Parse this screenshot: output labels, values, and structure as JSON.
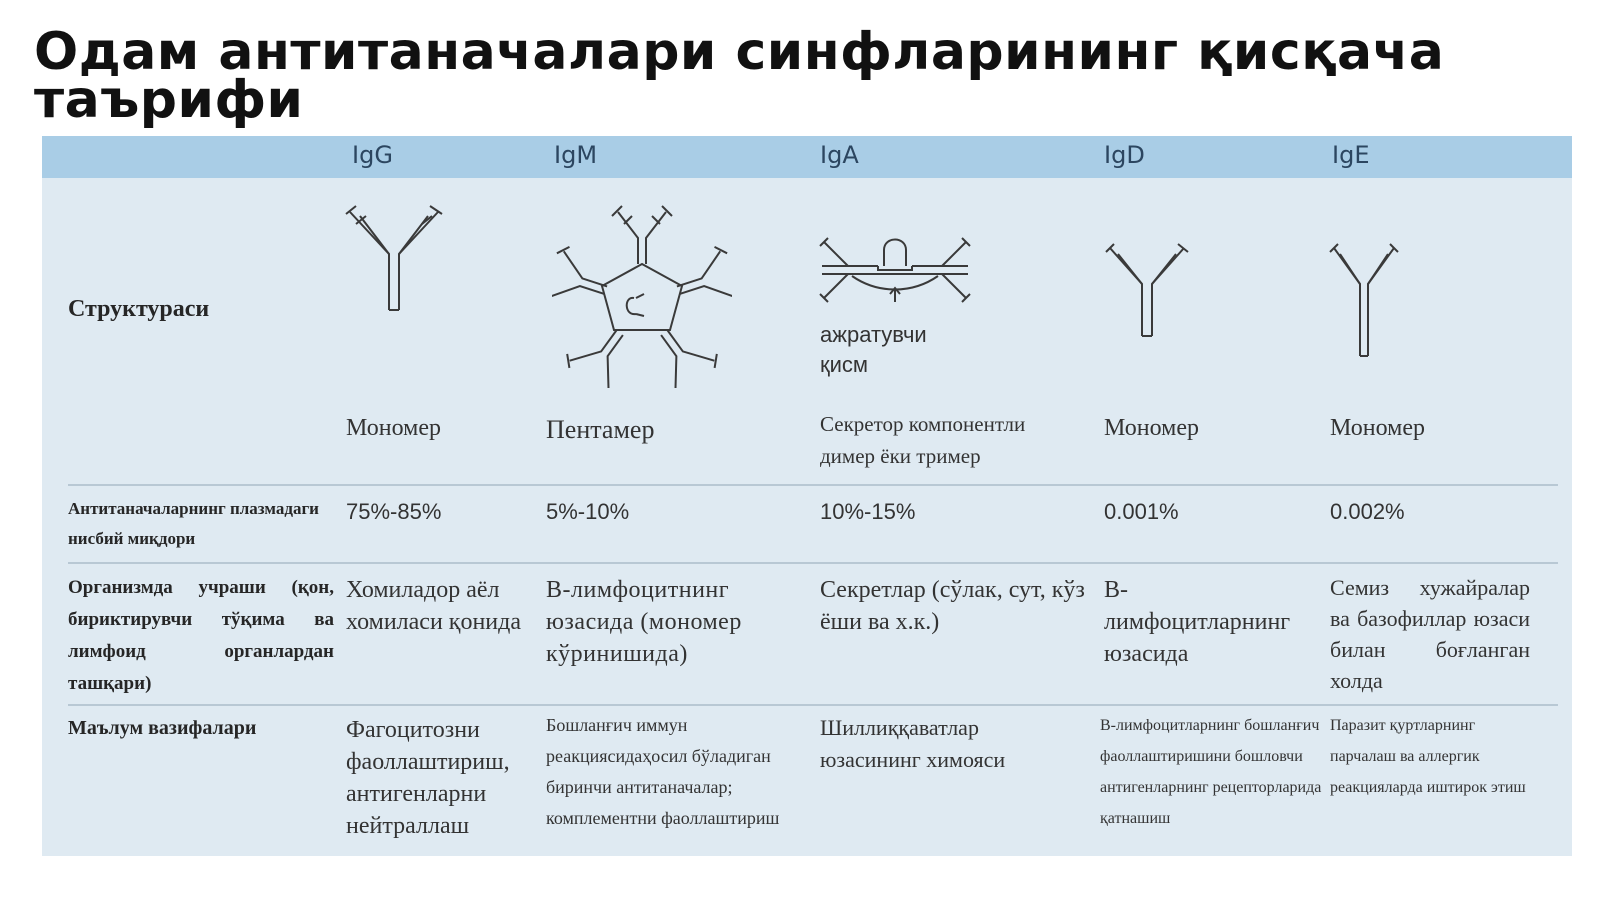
{
  "title": "Одам антитаначалари синфларининг қисқача таърифи",
  "columns": [
    "IgG",
    "IgM",
    "IgA",
    "IgD",
    "IgE"
  ],
  "rows": {
    "structure": {
      "label": "Структураси",
      "diagram_note": "ажратувчи\nқисм",
      "values": [
        "Мономер",
        "Пентамер",
        "Секретор компонентли димер ёки тример",
        "Мономер",
        "Мономер"
      ]
    },
    "plasma": {
      "label": "Антитаначаларнинг плазмадаги нисбий миқдори",
      "values": [
        "75%-85%",
        "5%-10%",
        "10%-15%",
        "0.001%",
        "0.002%"
      ]
    },
    "location": {
      "label": "Организмда учраши (қон, бириктирувчи тўқима ва лимфоид органлардан ташқари)",
      "values": [
        "Хомиладор аёл хомиласи қонида",
        "В-лимфоцитнинг юзасида (мономер кўринишида)",
        "Секретлар (сўлак, сут, кўз ёши ва х.к.)",
        "В-лимфоцитларнинг юзасида",
        "Семиз хужайралар ва базофиллар юзаси билан боғланган холда"
      ]
    },
    "functions": {
      "label": "Маълум вазифалари",
      "values": [
        "Фагоцитозни фаоллаштириш, антигенларни нейтраллаш",
        "Бошланғич иммун реакциясидаҳосил бўладиган биринчи антитаначалар; комплементни фаоллаштириш",
        "Шиллиққаватлар юзасининг химояси",
        "В-лимфоцитларнинг бошланғич фаоллаштиришини бошловчи антигенларнинг рецепторларида қатнашиш",
        "Паразит қуртларнинг парчалаш ва аллергик реакцияларда иштирок этиш"
      ]
    }
  },
  "colors": {
    "header_band": "#a9cde6",
    "table_bg": "#dfeaf2",
    "title": "#111111"
  },
  "icons": [
    "igg-monomer-icon",
    "igm-pentamer-icon",
    "iga-dimer-icon",
    "igd-monomer-icon",
    "ige-monomer-icon"
  ]
}
